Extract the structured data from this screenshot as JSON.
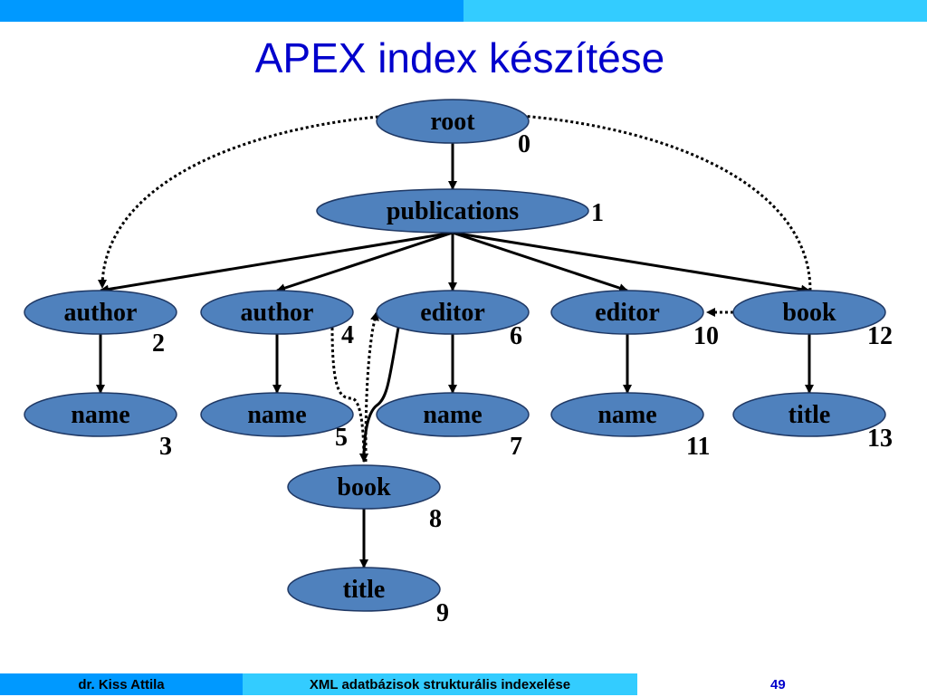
{
  "slide": {
    "title": "APEX index készítése"
  },
  "diagram": {
    "node_fill": "#4f81bd",
    "node_stroke": "#1f3864",
    "nodes": [
      {
        "id": "root",
        "label": "root",
        "num": "0"
      },
      {
        "id": "publications",
        "label": "publications",
        "num": "1"
      },
      {
        "id": "author2",
        "label": "author",
        "num": "2"
      },
      {
        "id": "name3",
        "label": "name",
        "num": "3"
      },
      {
        "id": "author4",
        "label": "author",
        "num": "4"
      },
      {
        "id": "name5",
        "label": "name",
        "num": "5"
      },
      {
        "id": "editor6",
        "label": "editor",
        "num": "6"
      },
      {
        "id": "name7",
        "label": "name",
        "num": "7"
      },
      {
        "id": "book8",
        "label": "book",
        "num": "8"
      },
      {
        "id": "title9",
        "label": "title",
        "num": "9"
      },
      {
        "id": "editor10",
        "label": "editor",
        "num": "10"
      },
      {
        "id": "name11",
        "label": "name",
        "num": "11"
      },
      {
        "id": "book12",
        "label": "book",
        "num": "12"
      },
      {
        "id": "title13",
        "label": "title",
        "num": "13"
      }
    ],
    "edges": [
      {
        "from": "root",
        "to": "publications",
        "style": "solid"
      },
      {
        "from": "publications",
        "to": "author2",
        "style": "solid"
      },
      {
        "from": "publications",
        "to": "author4",
        "style": "solid"
      },
      {
        "from": "publications",
        "to": "editor6",
        "style": "solid"
      },
      {
        "from": "publications",
        "to": "editor10",
        "style": "solid"
      },
      {
        "from": "publications",
        "to": "book12",
        "style": "solid"
      },
      {
        "from": "author2",
        "to": "name3",
        "style": "solid"
      },
      {
        "from": "author4",
        "to": "name5",
        "style": "solid"
      },
      {
        "from": "editor6",
        "to": "name7",
        "style": "solid"
      },
      {
        "from": "editor10",
        "to": "name11",
        "style": "solid"
      },
      {
        "from": "book12",
        "to": "title13",
        "style": "solid"
      },
      {
        "from": "book8",
        "to": "title9",
        "style": "solid"
      },
      {
        "from": "editor6",
        "to": "book8",
        "style": "solid"
      },
      {
        "from": "book12",
        "to": "author2",
        "style": "dotted"
      },
      {
        "from": "author4",
        "to": "book8",
        "style": "dotted"
      },
      {
        "from": "book8",
        "to": "editor6",
        "style": "dotted"
      },
      {
        "from": "book12",
        "to": "editor10",
        "style": "dotted"
      }
    ]
  },
  "footer": {
    "author": "dr. Kiss Attila",
    "course": "XML adatbázisok strukturális indexelése",
    "page": "49"
  }
}
